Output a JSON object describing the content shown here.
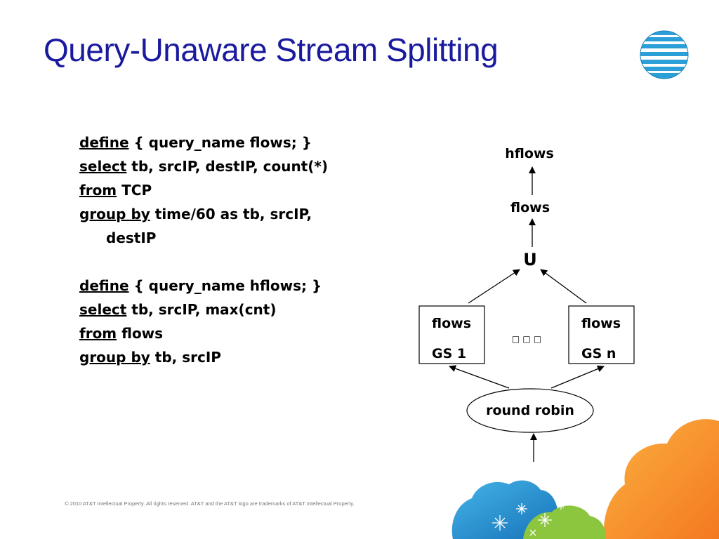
{
  "slide": {
    "title": "Query-Unaware Stream Splitting",
    "footer": "© 2010 AT&T Intellectual Property. All rights reserved. AT&T and the AT&T logo are trademarks of AT&T Intellectual Property."
  },
  "code": {
    "q1": {
      "define_kw": "define",
      "define_rest": " { query_name flows; }",
      "select_kw": "select",
      "select_rest": " tb, srcIP, destIP, count(*)",
      "from_kw": "from",
      "from_rest": " TCP",
      "group_kw": "group by",
      "group_rest": " time/60 as tb, srcIP,",
      "group_cont": "destIP"
    },
    "q2": {
      "define_kw": "define",
      "define_rest": " { query_name hflows; }",
      "select_kw": "select",
      "select_rest": " tb, srcIP, max(cnt)",
      "from_kw": "from",
      "from_rest": " flows",
      "group_kw": "group by",
      "group_rest": " tb, srcIP"
    }
  },
  "diagram": {
    "top_label": "hflows",
    "mid_label": "flows",
    "union_label": "U",
    "left_box": {
      "query": "flows",
      "node": "GS 1"
    },
    "right_box": {
      "query": "flows",
      "node": "GS n"
    },
    "ellipsis": "□ □ □",
    "splitter": "round robin"
  },
  "colors": {
    "title": "#1a1a9e",
    "logo_blue": "#2a9fd8",
    "cloud_orange": "#f7941d",
    "cloud_blue": "#1e8fcf",
    "cloud_green": "#8cc63f"
  }
}
